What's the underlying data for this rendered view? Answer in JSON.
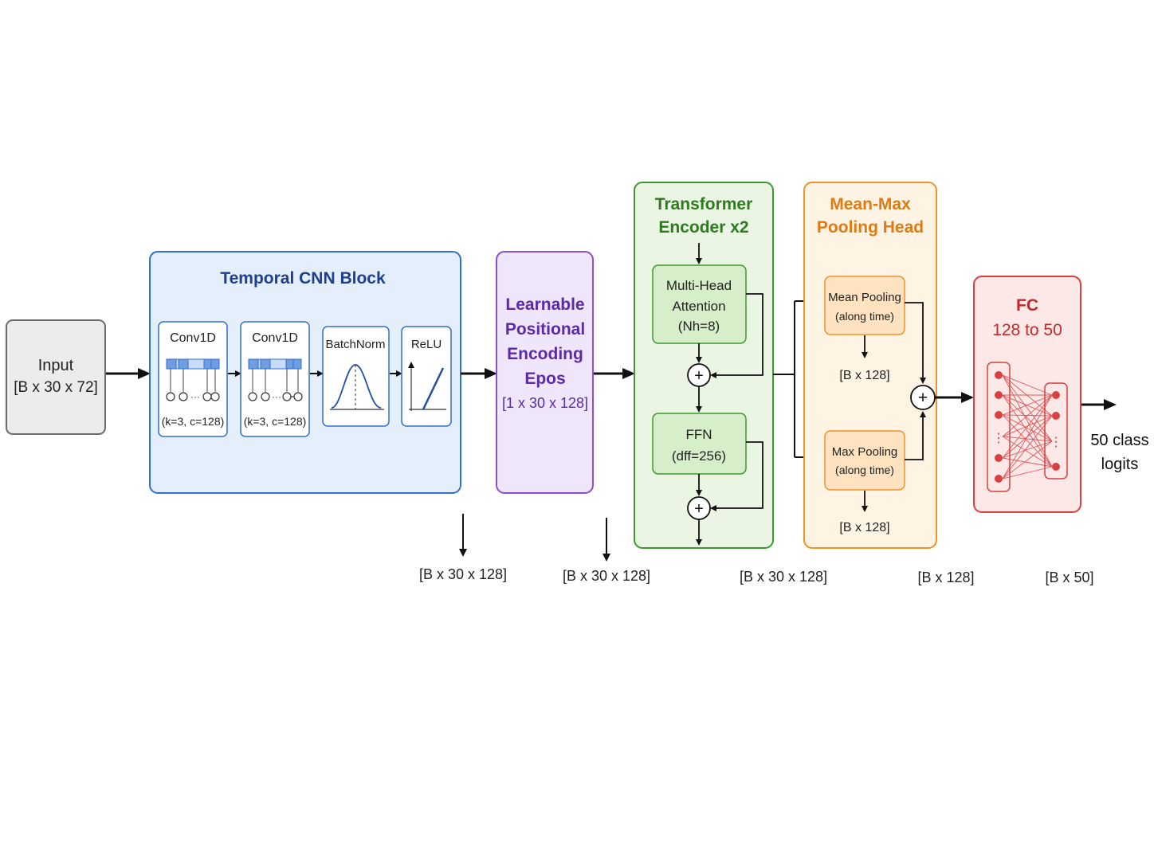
{
  "colors": {
    "input_fill": "#ececec",
    "input_stroke": "#6b6b6b",
    "cnn_fill": "#e5effb",
    "cnn_stroke": "#2f6fd0",
    "cnn_title": "#1d3f8f",
    "pos_fill": "#efe6fb",
    "pos_stroke": "#8a4fd0",
    "pos_text": "#5a2aa8",
    "tr_fill": "#eaf5e4",
    "tr_stroke": "#3d9a2f",
    "tr_title": "#2f7a1f",
    "pool_fill": "#fff3e4",
    "pool_stroke": "#f0932a",
    "pool_title": "#e07a12",
    "fc_fill": "#fde8e8",
    "fc_stroke": "#d94040",
    "fc_title": "#c62828",
    "arrow": "#111111"
  },
  "input": {
    "title": "Input",
    "shape": "[B x 30 x 72]"
  },
  "cnn": {
    "title": "Temporal CNN Block",
    "conv1": {
      "label": "Conv1D",
      "params": "(k=3, c=128)"
    },
    "conv2": {
      "label": "Conv1D",
      "params": "(k=3, c=128)"
    },
    "batchnorm": {
      "label": "BatchNorm"
    },
    "relu": {
      "label": "ReLU"
    },
    "out_shape": "[B x 30 x 128]"
  },
  "pos": {
    "line1": "Learnable",
    "line2": "Positional",
    "line3": "Encoding",
    "line4": "Epos",
    "shape": "[1 x 30 x 128]",
    "out_shape": "[B x 30 x 128]"
  },
  "transformer": {
    "title1": "Transformer",
    "title2": "Encoder x2",
    "mha1": "Multi-Head",
    "mha2": "Attention",
    "mha3": "(Nh=8)",
    "ffn1": "FFN",
    "ffn2": "(dff=256)",
    "plus": "+",
    "out_shape": "[B x 30 x 128]"
  },
  "pooling": {
    "title1": "Mean-Max",
    "title2": "Pooling Head",
    "mean1": "Mean Pooling",
    "mean2": "(along time)",
    "mean_shape": "[B x 128]",
    "max1": "Max Pooling",
    "max2": "(along time)",
    "max_shape": "[B x 128]",
    "plus": "+",
    "out_shape": "[B x 128]"
  },
  "fc": {
    "title1": "FC",
    "title2": "128 to 50",
    "out_shape": "[B x 50]"
  },
  "output": {
    "line1": "50 class",
    "line2": "logits"
  }
}
